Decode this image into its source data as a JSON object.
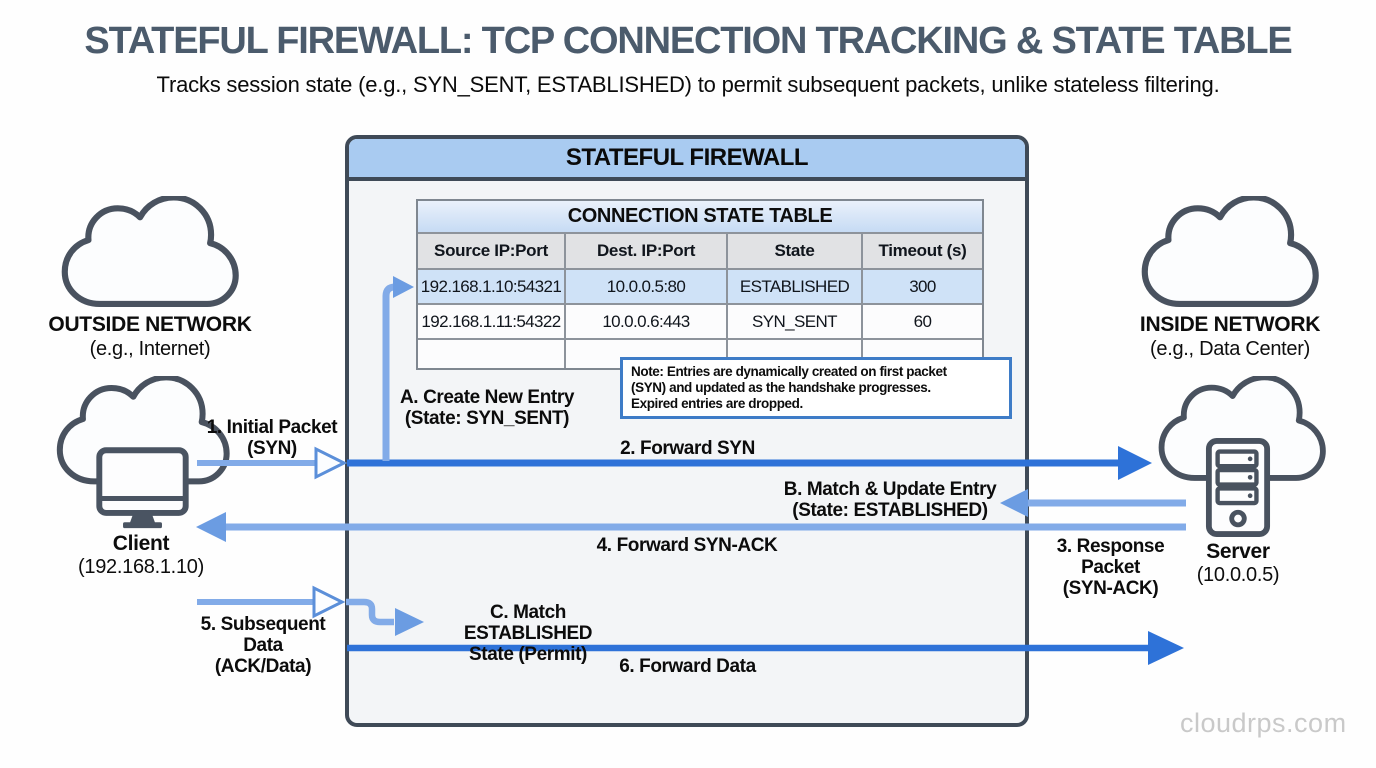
{
  "page": {
    "title": "STATEFUL FIREWALL: TCP CONNECTION TRACKING & STATE TABLE",
    "subtitle": "Tracks session state (e.g., SYN_SENT, ESTABLISHED) to permit subsequent packets, unlike stateless filtering.",
    "watermark": "cloudrps.com"
  },
  "firewall": {
    "title": "STATEFUL FIREWALL",
    "table": {
      "title": "CONNECTION STATE TABLE",
      "columns": [
        "Source IP:Port",
        "Dest. IP:Port",
        "State",
        "Timeout (s)"
      ],
      "rows": [
        {
          "source": "192.168.1.10:54321",
          "dest": "10.0.0.5:80",
          "state": "ESTABLISHED",
          "timeout": "300",
          "highlighted": true
        },
        {
          "source": "192.168.1.11:54322",
          "dest": "10.0.0.6:443",
          "state": "SYN_SENT",
          "timeout": "60",
          "highlighted": false
        }
      ]
    },
    "note": {
      "line1": "Note: Entries are dynamically created on first packet",
      "line2": "(SYN) and updated as the handshake progresses.",
      "line3": "Expired entries are dropped."
    }
  },
  "left_side": {
    "network_label": "OUTSIDE NETWORK",
    "network_sub": "(e.g., Internet)",
    "node_label": "Client",
    "node_sub": "(192.168.1.10)"
  },
  "right_side": {
    "network_label": "INSIDE NETWORK",
    "network_sub": "(e.g., Data Center)",
    "node_label": "Server",
    "node_sub": "(10.0.0.5)"
  },
  "flows": {
    "f1a": "1. Initial Packet",
    "f1b": "(SYN)",
    "f2": "2. Forward SYN",
    "fAa": "A. Create New Entry",
    "fAb": "(State: SYN_SENT)",
    "fBa": "B. Match & Update Entry",
    "fBb": "(State: ESTABLISHED)",
    "f3a": "3. Response",
    "f3b": "Packet",
    "f3c": "(SYN-ACK)",
    "f4": "4. Forward SYN-ACK",
    "f5a": "5. Subsequent",
    "f5b": "Data",
    "f5c": "(ACK/Data)",
    "fCa": "C. Match ESTABLISHED",
    "fCb": "State (Permit)",
    "f6": "6. Forward Data"
  },
  "colors": {
    "accent_blue": "#2e72d8",
    "light_blue": "#82abe8",
    "mid_blue": "#6b9ce2",
    "header_blue": "#a9cbf1",
    "row_highlight": "#cfe2f7",
    "box_border": "#3f4a57",
    "note_border": "#3e7cc7",
    "title_slate": "#4b5b6c"
  }
}
